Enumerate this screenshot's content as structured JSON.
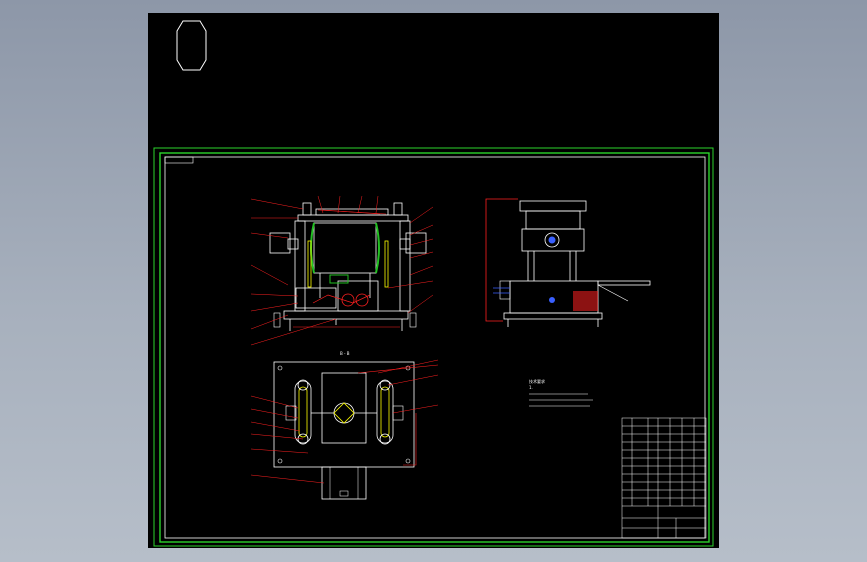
{
  "canvas": {
    "background": "#000000",
    "border_color": "#2bd42b",
    "line_color": "#ffffff",
    "leader_color": "#ff2020",
    "highlight_color": "#ffff00",
    "green_part_color": "#22c022"
  },
  "frame_tag": "",
  "section_label": "B - B",
  "tech_requirements": {
    "title": "技术要求",
    "lines": [
      "1.",
      "",
      "",
      ""
    ]
  },
  "title_block": {
    "rows": 10
  }
}
